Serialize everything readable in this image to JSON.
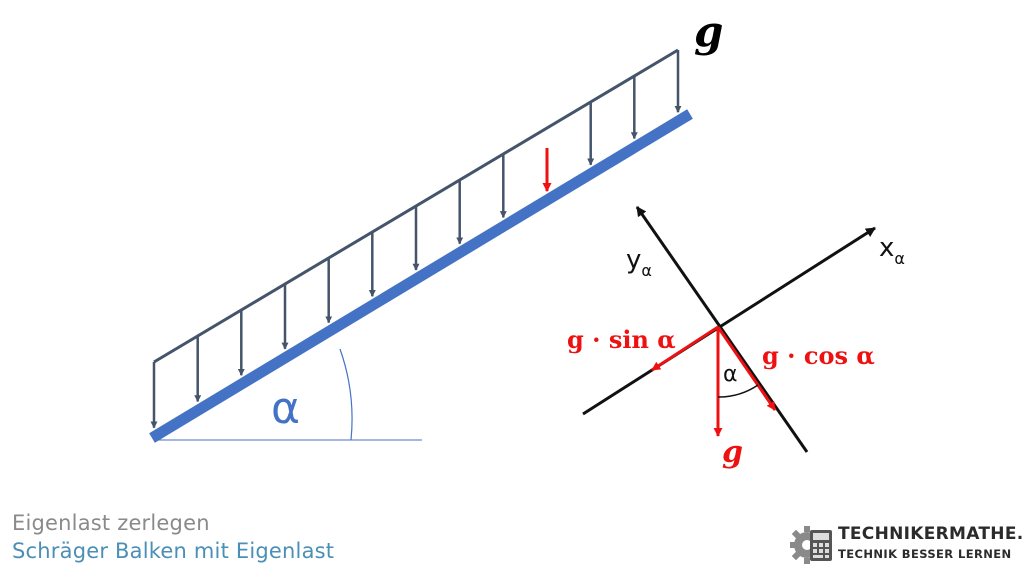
{
  "diagram": {
    "load_label": "g",
    "angle_label": "α",
    "axis_y": {
      "base": "y",
      "sub": "α"
    },
    "axis_x": {
      "base": "x",
      "sub": "α"
    },
    "component_sin": "g · sin α",
    "component_cos": "g · cos α",
    "resultant_label": "g",
    "inner_angle_label": "α"
  },
  "caption": {
    "title": "Eigenlast zerlegen",
    "subtitle": "Schräger Balken mit Eigenlast"
  },
  "brand": {
    "name": "TECHNIKERMATHE.DE",
    "tagline": "TECHNIK BESSER LERNEN"
  },
  "colors": {
    "beam": "#4472c4",
    "load_arrows": "#44546a",
    "highlight": "#ee1111",
    "axes": "#111111",
    "caption_title": "#8a8a8a",
    "caption_subtitle": "#4a8fb5"
  },
  "icons": [
    "gear-icon",
    "calculator-icon"
  ]
}
